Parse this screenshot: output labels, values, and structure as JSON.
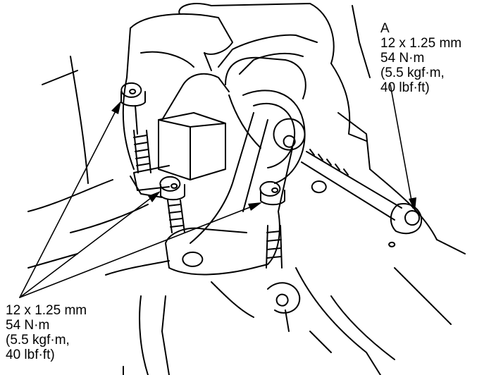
{
  "callout_a": {
    "letter": "A",
    "size": "12 x 1.25 mm",
    "torque_nm": "54 N·m",
    "torque_kgf": "(5.5 kgf·m,",
    "torque_lbf": "40 lbf·ft)"
  },
  "callout_b": {
    "size": "12 x 1.25 mm",
    "torque_nm": "54 N·m",
    "torque_kgf": "(5.5 kgf·m,",
    "torque_lbf": "40 lbf·ft)"
  }
}
